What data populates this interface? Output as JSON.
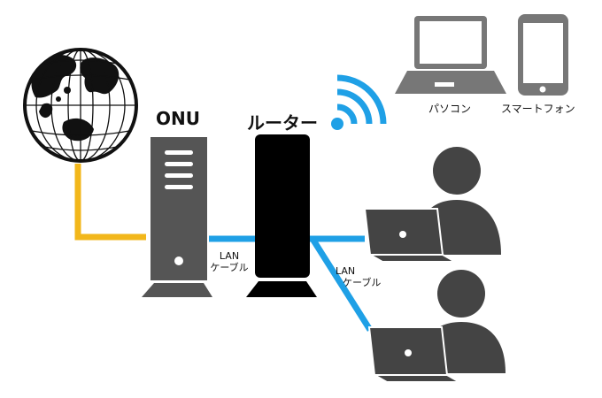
{
  "nodes": {
    "onu": "ONU",
    "router": "ルーター",
    "pc": "パソコン",
    "smartphone": "スマートフォン"
  },
  "cables": {
    "onu_router": {
      "line1": "LAN",
      "line2": "ケーブル"
    },
    "router_clients": {
      "line1": "LAN",
      "line2": "ケーブル"
    }
  },
  "colors": {
    "fiber": "#f2b71b",
    "lan": "#1fa0e6",
    "wifi": "#1fa0e6",
    "device": "#555555",
    "router": "#000000",
    "person": "#444444"
  },
  "icons": [
    "globe-icon",
    "onu-device-icon",
    "router-device-icon",
    "wifi-icon",
    "laptop-icon",
    "smartphone-icon",
    "person-icon"
  ]
}
